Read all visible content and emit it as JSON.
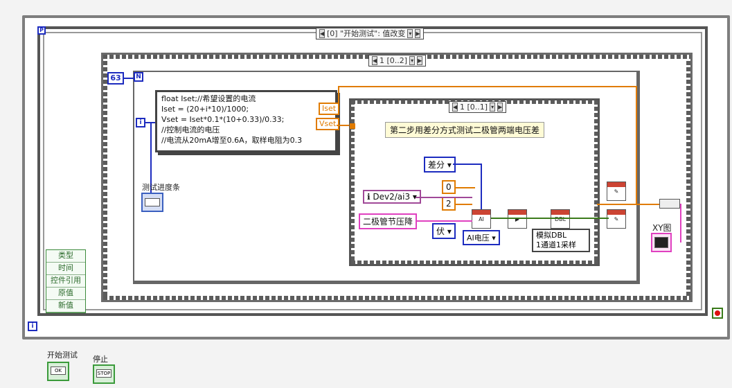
{
  "event_structure": {
    "selector_label": "[0] \"开始测试\": 值改变",
    "event_data_items": [
      "类型",
      "时间",
      "控件引用",
      "原值",
      "新值"
    ]
  },
  "sequence_structure": {
    "selector_label": "1 [0..2]"
  },
  "for_loop": {
    "count_constant": "63",
    "count_terminal": "N",
    "index_terminal": "i"
  },
  "formula_node": {
    "lines": [
      "float Iset;//希望设置的电流",
      "Iset = (20+i*10)/1000;",
      "Vset = Iset*0.1*(10+0.33)/0.33;",
      "//控制电流的电压",
      "//电流从20mA增至0.6A，取样电阻为0.3"
    ],
    "inputs": [
      "Iset",
      "Vset"
    ]
  },
  "progress_indicator": {
    "label": "测试进度条"
  },
  "inner_case": {
    "selector_label": "1 [0..1]",
    "note": "第二步用差分方式测试二极管两端电压差",
    "terminal_config": "差分",
    "min_constant": "0",
    "max_constant": "2",
    "channel": "Dev2/ai3",
    "channel_name": "二极管节压降",
    "units": "伏",
    "measurement_type": "AI电压",
    "read_mode_line1": "模拟DBL",
    "read_mode_line2": "1通道1采样"
  },
  "xy_graph": {
    "label": "XY图"
  },
  "outer_iteration": "i",
  "front_panel_controls": [
    {
      "label": "开始测试",
      "inner": "OK"
    },
    {
      "label": "停止",
      "inner": "STOP"
    }
  ],
  "colors": {
    "wire_blue": "#1c2bbf",
    "wire_orange": "#e07b00",
    "wire_pink": "#e040c0",
    "wire_purple": "#a04898",
    "wire_green": "#3a7a1a"
  }
}
